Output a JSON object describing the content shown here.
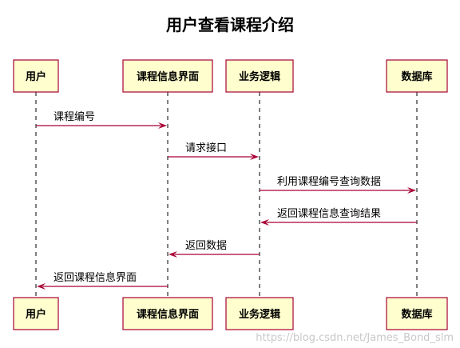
{
  "title": "用户查看课程介绍",
  "participants": [
    {
      "id": "user",
      "label": "用户"
    },
    {
      "id": "course_page",
      "label": "课程信息界面"
    },
    {
      "id": "logic",
      "label": "业务逻辑"
    },
    {
      "id": "db",
      "label": "数据库"
    }
  ],
  "messages": [
    {
      "label": "课程编号",
      "from": "user",
      "to": "course_page"
    },
    {
      "label": "请求接口",
      "from": "course_page",
      "to": "logic"
    },
    {
      "label": "利用课程编号查询数据",
      "from": "logic",
      "to": "db"
    },
    {
      "label": "返回课程信息查询结果",
      "from": "db",
      "to": "logic"
    },
    {
      "label": "返回数据",
      "from": "logic",
      "to": "course_page"
    },
    {
      "label": "返回课程信息界面",
      "from": "course_page",
      "to": "user"
    }
  ],
  "watermark": "https://blog.csdn.net/James_Bond_slm",
  "colors": {
    "actor_fill": "#fefece",
    "actor_border": "#a80036",
    "arrow": "#a80036",
    "lifeline": "#000000"
  }
}
